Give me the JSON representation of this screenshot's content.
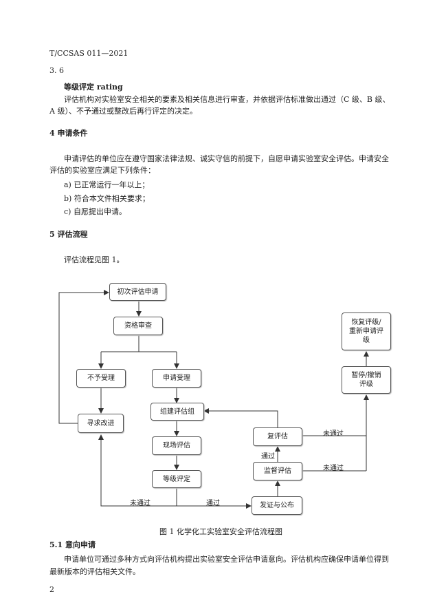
{
  "header": {
    "doc_code": "T/CCSAS 011—2021"
  },
  "section_3_6": {
    "number": "3. 6",
    "term": "等级评定 rating",
    "definition_line1": "评估机构对实验室安全相关的要素及相关信息进行审查，并依据评估标准做出通过（C 级、B 级、",
    "definition_line2": "A 级）、不予通过或整改后再行评定的决定。"
  },
  "section_4": {
    "heading": "4  申请条件",
    "para_line1": "申请评估的单位应在遵守国家法律法规、诚实守信的前提下，自愿申请实验室安全评估。申请安全",
    "para_line2": "评估的实验室应满足下列条件：",
    "items": [
      "a)  已正常运行一年以上；",
      "b)  符合本文件相关要求；",
      "c)  自愿提出申请。"
    ]
  },
  "section_5": {
    "heading": "5  评估流程",
    "intro": "评估流程见图 1。"
  },
  "flowchart": {
    "nodes": {
      "initial_application": "初次评估申请",
      "qualification_review": "资格审查",
      "not_accepted": "不予受理",
      "application_accepted": "申请受理",
      "form_team": "组建评估组",
      "seek_improvement": "寻求改进",
      "onsite_assessment": "现场评估",
      "grade_rating": "等级评定",
      "re_assessment": "复评估",
      "supervision_assessment": "监督评估",
      "issue_publish": "发证与公布",
      "suspend_revoke": "暂停/撤销\n评级",
      "restore_reapply": "恢复评级/\n重新申请评\n级"
    },
    "labels": {
      "fail_1": "未通过",
      "pass_1": "通过",
      "pass_2": "通过",
      "fail_2": "未通过",
      "fail_3": "未通过"
    },
    "caption": "图 1  化学化工实验室安全评估流程图"
  },
  "section_5_1": {
    "heading": "5.1  意向申请",
    "para_line1": "申请单位可通过多种方式向评估机构提出实验室安全评估申请意向。评估机构应确保申请单位得到",
    "para_line2": "最新版本的评估相关文件。"
  },
  "footer": {
    "page_number": "2"
  }
}
